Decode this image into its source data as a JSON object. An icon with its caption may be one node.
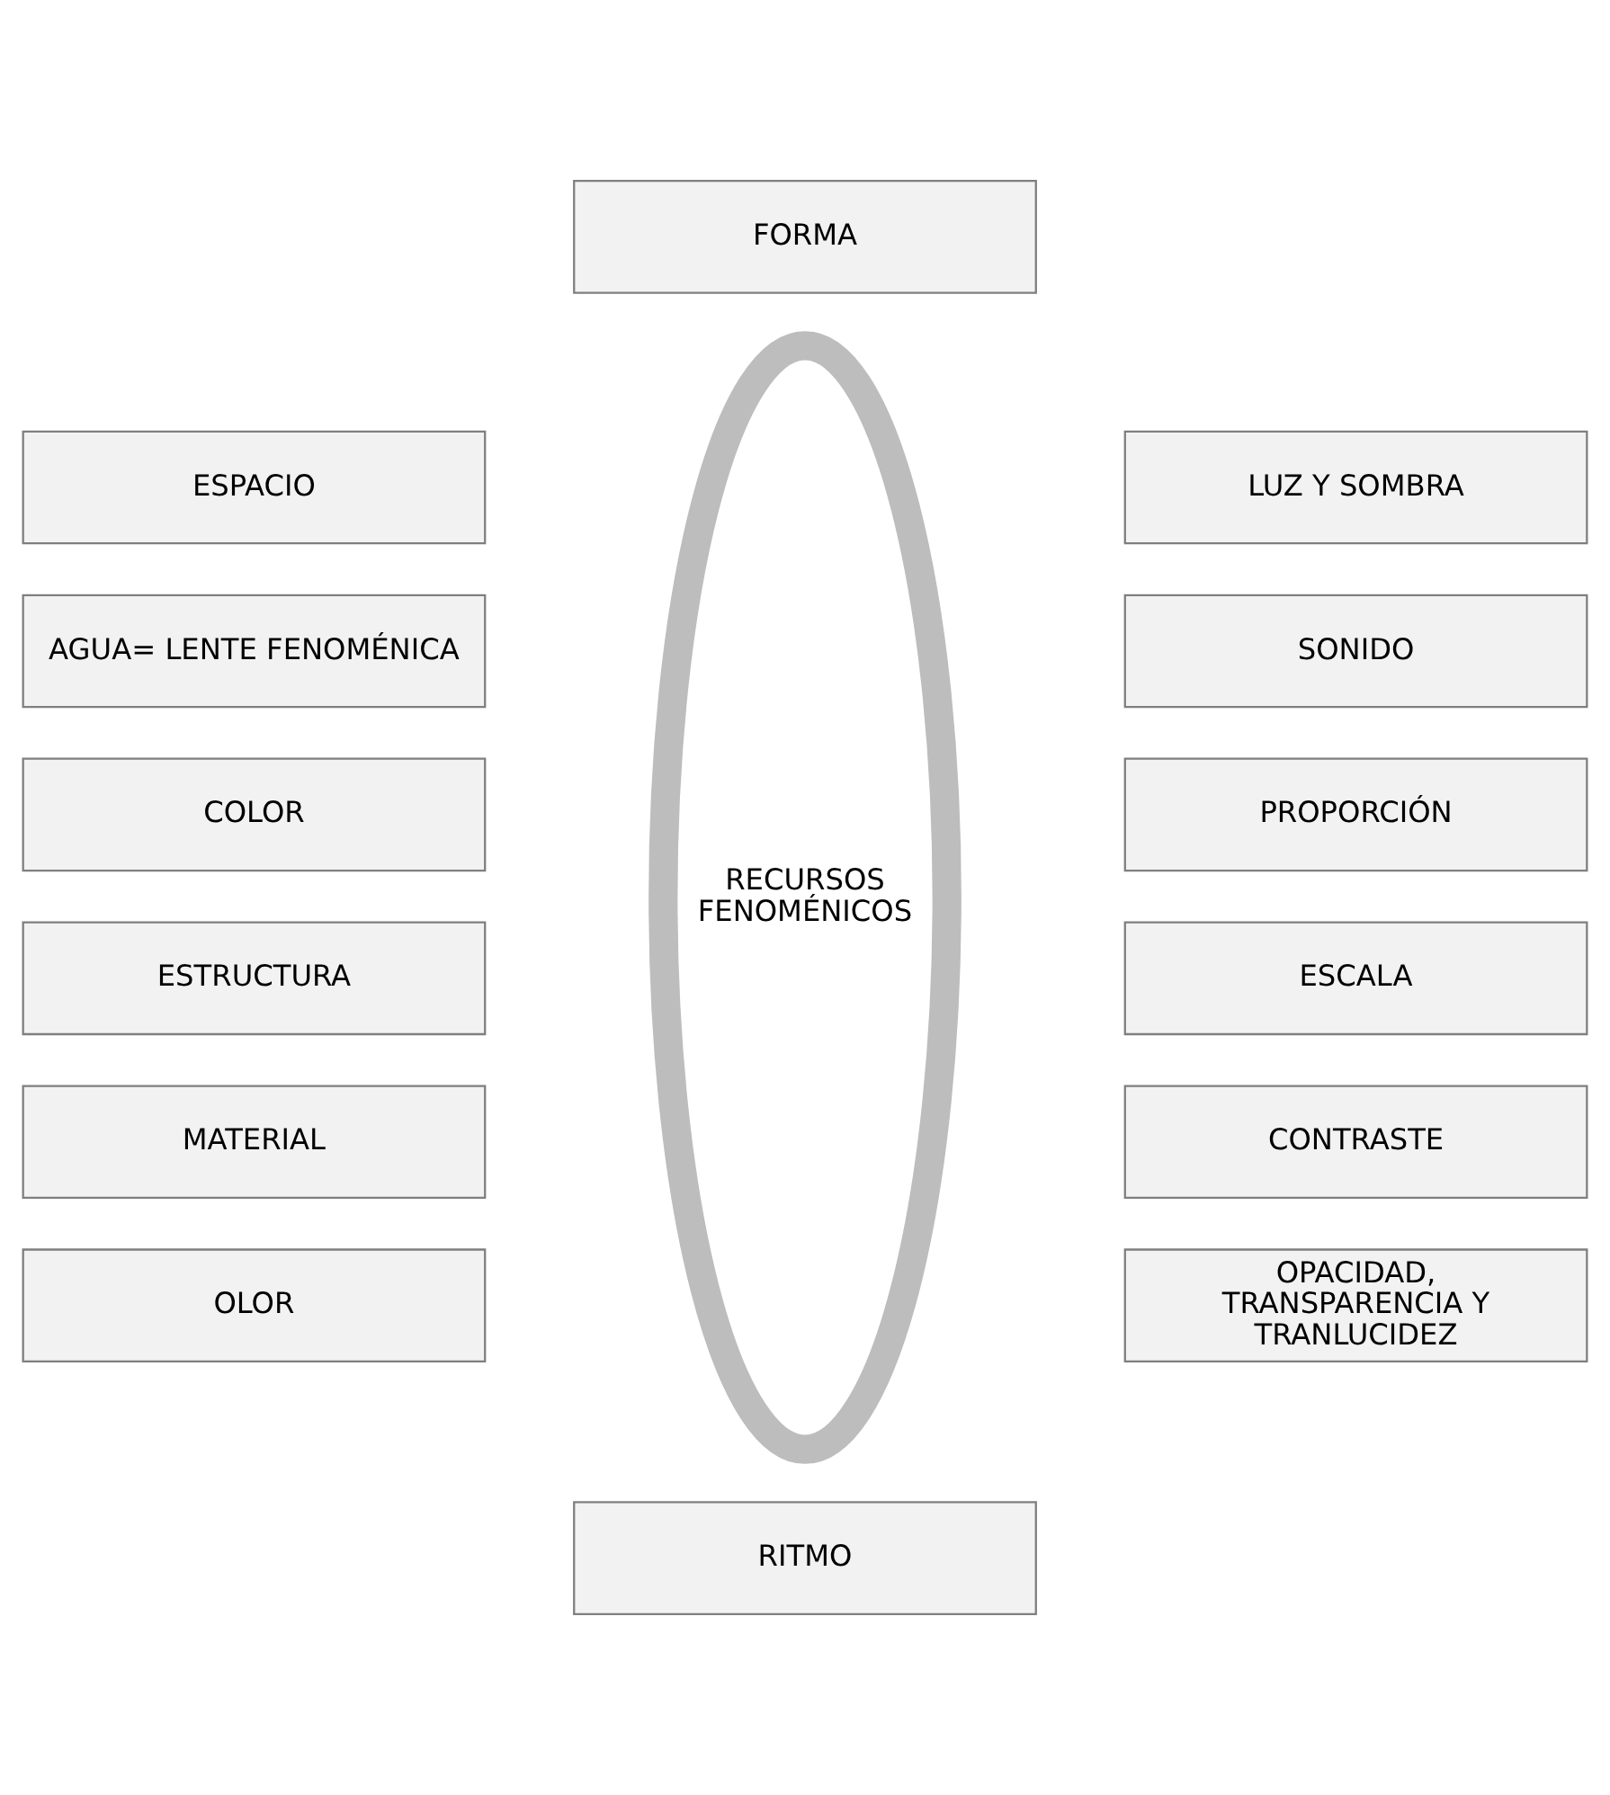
{
  "diagram": {
    "nodes": [
      {
        "text": [
          "FORMA"
        ]
      },
      {
        "text": [
          "ESPACIO"
        ]
      },
      {
        "text": [
          "LUZ Y SOMBRA"
        ]
      },
      {
        "text": [
          "AGUA= LENTE FENOMÉNICA"
        ]
      },
      {
        "text": [
          "SONIDO"
        ]
      },
      {
        "text": [
          "COLOR"
        ]
      },
      {
        "text": [
          "PROPORCIÓN"
        ]
      },
      {
        "text": [
          "RECURSOS FENOMÉNICOS"
        ]
      },
      {
        "text": [
          "ESTRUCTURA"
        ]
      },
      {
        "text": [
          "ESCALA"
        ]
      },
      {
        "text": [
          "MATERIAL"
        ]
      },
      {
        "text": [
          "CONTRASTE"
        ]
      },
      {
        "text": [
          "OLOR"
        ]
      },
      {
        "text": [
          "OPACIDAD, TRANSPARENCIA Y TRANLUCIDEZ"
        ]
      },
      {
        "text": [
          "RITMO"
        ]
      }
    ],
    "edges": []
  }
}
